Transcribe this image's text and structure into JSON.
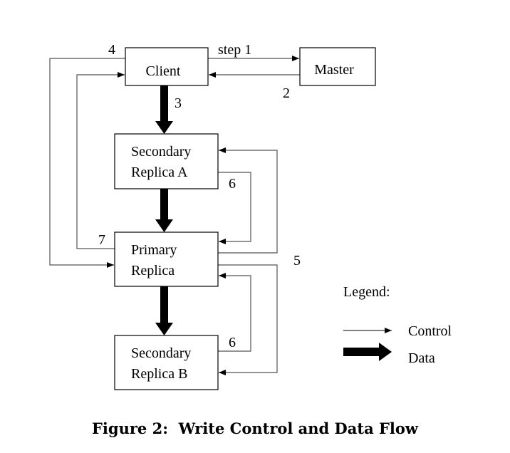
{
  "diagram": {
    "nodes": {
      "client": "Client",
      "master": "Master",
      "secondary_a": [
        "Secondary",
        "Replica A"
      ],
      "primary": [
        "Primary",
        "Replica"
      ],
      "secondary_b": [
        "Secondary",
        "Replica B"
      ]
    },
    "step_labels": {
      "step1": "step 1",
      "step2": "2",
      "step3": "3",
      "step4": "4",
      "step5": "5",
      "step6a": "6",
      "step6b": "6",
      "step7": "7"
    },
    "edges": [
      {
        "from": "client",
        "to": "master",
        "type": "control",
        "label": "step 1"
      },
      {
        "from": "master",
        "to": "client",
        "type": "control",
        "label": "2"
      },
      {
        "from": "client",
        "to": "secondary_a",
        "type": "data",
        "label": "3"
      },
      {
        "from": "secondary_a",
        "to": "primary",
        "type": "data"
      },
      {
        "from": "primary",
        "to": "secondary_b",
        "type": "data"
      },
      {
        "from": "client",
        "to": "primary",
        "type": "control",
        "label": "4"
      },
      {
        "from": "primary",
        "to": "secondary_a",
        "type": "control",
        "label": "5"
      },
      {
        "from": "primary",
        "to": "secondary_b",
        "type": "control",
        "label": "5"
      },
      {
        "from": "secondary_a",
        "to": "primary",
        "type": "control",
        "label": "6"
      },
      {
        "from": "secondary_b",
        "to": "primary",
        "type": "control",
        "label": "6"
      },
      {
        "from": "primary",
        "to": "client",
        "type": "control",
        "label": "7"
      }
    ],
    "legend": {
      "title": "Legend:",
      "control": "Control",
      "data": "Data"
    },
    "caption": "Figure 2:  Write Control and Data Flow"
  }
}
